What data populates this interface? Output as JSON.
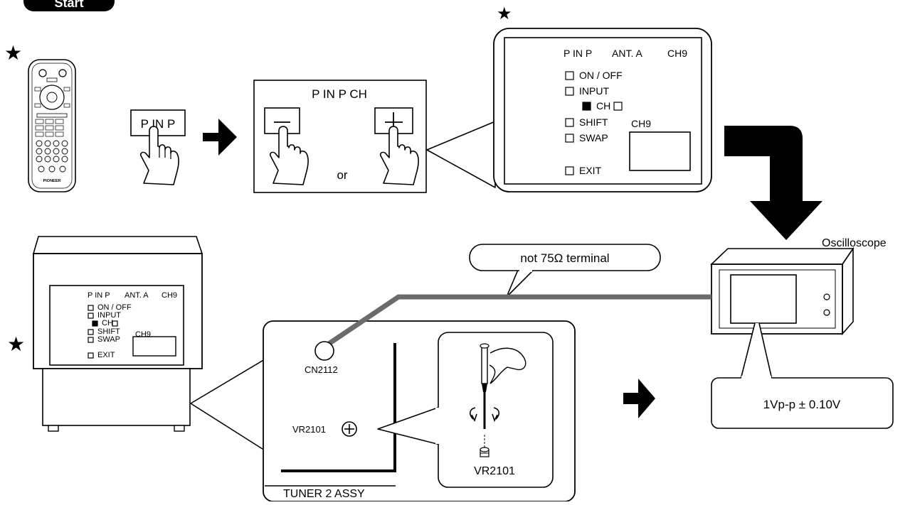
{
  "start": "Start",
  "star": "★",
  "remote": {
    "brand": "PIONEER"
  },
  "pinp_button": "P IN P",
  "pinp_ch": {
    "title": "P IN P CH",
    "or": "or",
    "minus": "−",
    "plus": "+"
  },
  "osd": {
    "header": {
      "mode": "P IN P",
      "antenna": "ANT. A",
      "channel": "CH9"
    },
    "menu": [
      {
        "label": "ON / OFF",
        "selected": false
      },
      {
        "label": "INPUT",
        "selected": false
      },
      {
        "label": "CH",
        "selected": true
      },
      {
        "label": "SHIFT",
        "selected": false
      },
      {
        "label": "SWAP",
        "selected": false
      },
      {
        "label": "EXIT",
        "selected": false
      }
    ],
    "sub_window_label": "CH9"
  },
  "oscilloscope": {
    "label": "Oscilloscope",
    "callout": "not 75Ω terminal",
    "reading": "1Vp-p ± 0.10V"
  },
  "tuner": {
    "connector": "CN2112",
    "adjuster": "VR2101",
    "adjuster_detail": "VR2101",
    "assembly": "TUNER 2 ASSY"
  }
}
